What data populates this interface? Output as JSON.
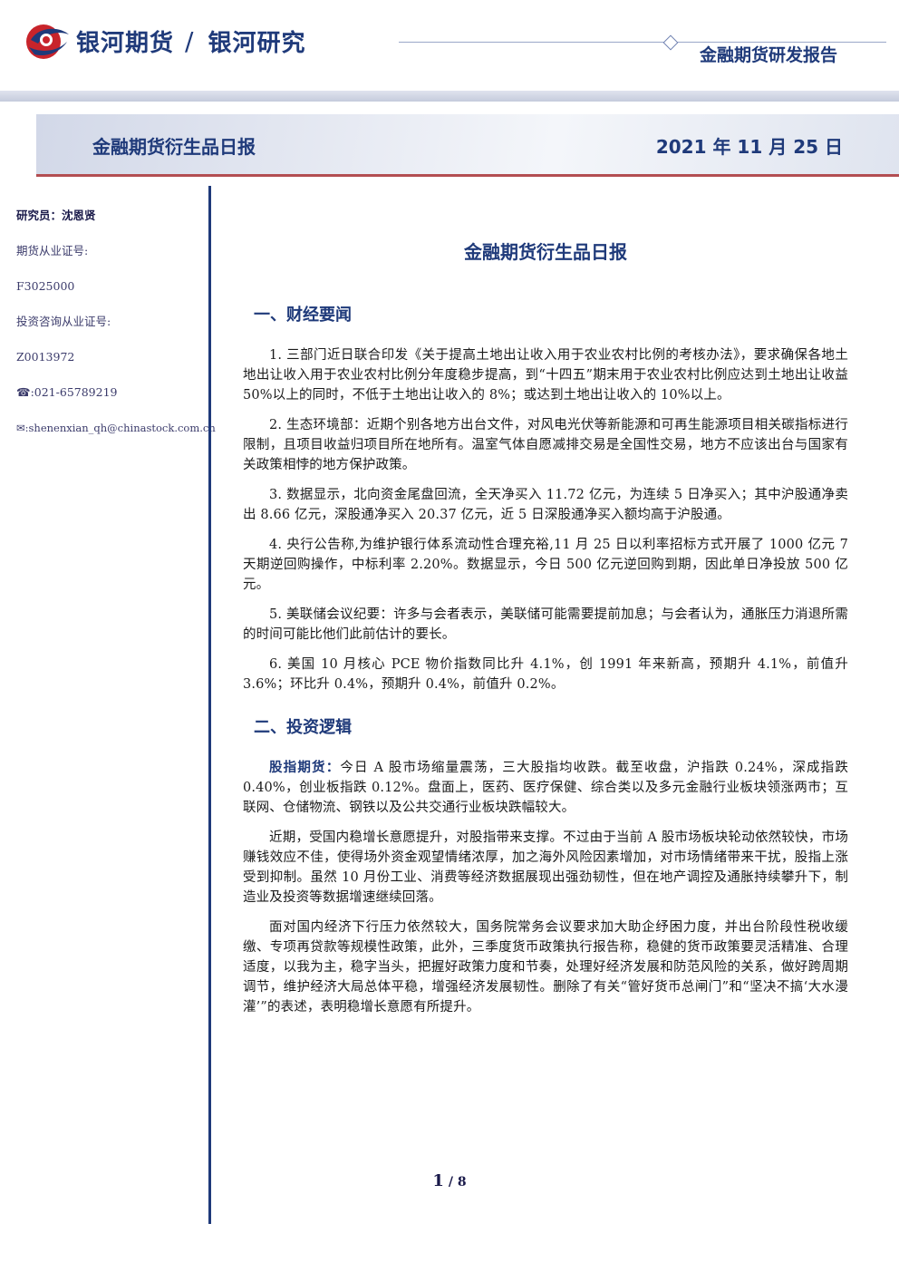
{
  "header": {
    "brand": "银河期货",
    "slash": "/",
    "sub_brand": "银河研究",
    "report_type": "金融期货研发报告"
  },
  "title_bar": {
    "left": "金融期货衍生品日报",
    "right": "2021 年 11 月 25 日"
  },
  "sidebar": {
    "analyst": "研究员：沈恩贤",
    "futures_cert_label": "期货从业证号:",
    "futures_cert": "F3025000",
    "consult_cert_label": "投资咨询从业证号:",
    "consult_cert": "Z0013972",
    "phone": "☎:021-65789219",
    "email": "✉:shenenxian_qh@chinastock.com.cn"
  },
  "main": {
    "title": "金融期货衍生品日报",
    "section1_heading": "一、财经要闻",
    "news": [
      "1. 三部门近日联合印发《关于提高土地出让收入用于农业农村比例的考核办法》，要求确保各地土地出让收入用于农业农村比例分年度稳步提高，到“十四五”期末用于农业农村比例应达到土地出让收益 50%以上的同时，不低于土地出让收入的 8%；或达到土地出让收入的 10%以上。",
      "2. 生态环境部：近期个别各地方出台文件，对风电光伏等新能源和可再生能源项目相关碳指标进行限制，且项目收益归项目所在地所有。温室气体自愿减排交易是全国性交易，地方不应该出台与国家有关政策相悖的地方保护政策。",
      "3. 数据显示，北向资金尾盘回流，全天净买入 11.72 亿元，为连续 5 日净买入；其中沪股通净卖出 8.66 亿元，深股通净买入 20.37 亿元，近 5 日深股通净买入额均高于沪股通。",
      "4. 央行公告称,为维护银行体系流动性合理充裕,11 月 25 日以利率招标方式开展了 1000 亿元 7 天期逆回购操作，中标利率 2.20%。数据显示，今日 500 亿元逆回购到期，因此单日净投放 500 亿元。",
      "5. 美联储会议纪要：许多与会者表示，美联储可能需要提前加息；与会者认为，通胀压力消退所需的时间可能比他们此前估计的要长。",
      "6. 美国 10 月核心 PCE 物价指数同比升 4.1%，创 1991 年来新高，预期升 4.1%，前值升 3.6%；环比升 0.4%，预期升 0.4%，前值升 0.2%。"
    ],
    "section2_heading": "二、投资逻辑",
    "logic_lead": "股指期货：",
    "logic_para1": "今日 A 股市场缩量震荡，三大股指均收跌。截至收盘，沪指跌 0.24%，深成指跌 0.40%，创业板指跌 0.12%。盘面上，医药、医疗保健、综合类以及多元金融行业板块领涨两市；互联网、仓储物流、钢铁以及公共交通行业板块跌幅较大。",
    "logic_para2": "近期，受国内稳增长意愿提升，对股指带来支撑。不过由于当前 A 股市场板块轮动依然较快，市场赚钱效应不佳，使得场外资金观望情绪浓厚，加之海外风险因素增加，对市场情绪带来干扰，股指上涨受到抑制。虽然 10 月份工业、消费等经济数据展现出强劲韧性，但在地产调控及通胀持续攀升下，制造业及投资等数据增速继续回落。",
    "logic_para3": "面对国内经济下行压力依然较大，国务院常务会议要求加大助企纾困力度，并出台阶段性税收缓缴、专项再贷款等规模性政策，此外，三季度货币政策执行报告称，稳健的货币政策要灵活精准、合理适度，以我为主，稳字当头，把握好政策力度和节奏，处理好经济发展和防范风险的关系，做好跨周期调节，维护经济大局总体平稳，增强经济发展韧性。删除了有关“管好货币总闸门”和“坚决不搞‘大水漫灌’”的表述，表明稳增长意愿有所提升。"
  },
  "footer": {
    "page": "1",
    "separator": " / ",
    "total": "8"
  }
}
